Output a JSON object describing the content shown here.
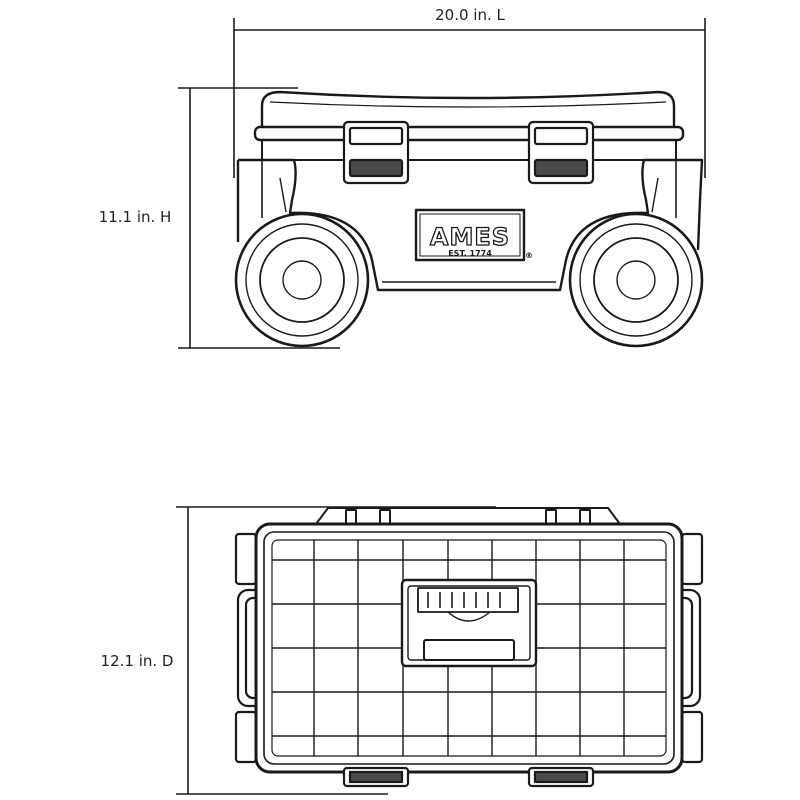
{
  "dimensions": {
    "length": "20.0 in. L",
    "height": "11.1 in. H",
    "depth": "12.1 in. D"
  },
  "logo": {
    "brand": "AMES",
    "tagline": "EST. 1774",
    "registered": "®"
  },
  "colors": {
    "line": "#1a1a1a",
    "background": "#ffffff",
    "latch_fill": "#4a4a4a"
  }
}
